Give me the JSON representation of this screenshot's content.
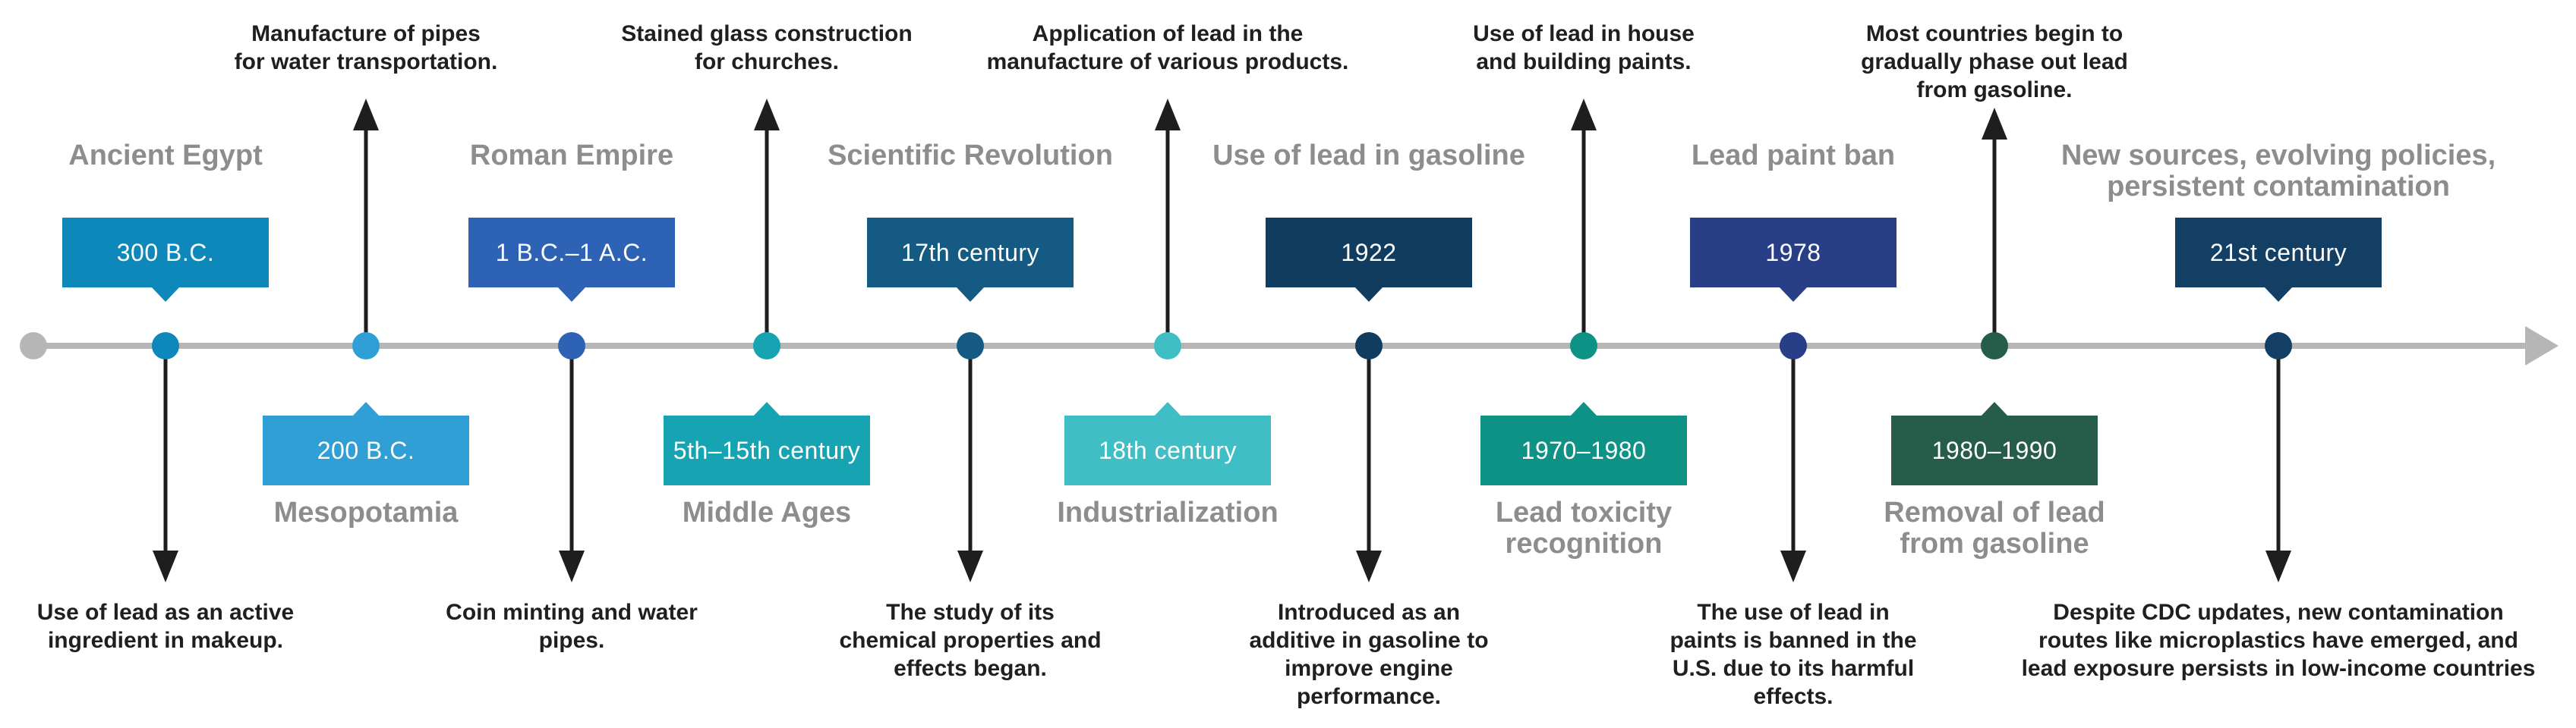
{
  "diagram": {
    "subject": "Timeline of lead use and regulation",
    "line_color": "#b6b6b6",
    "title_color": "#8d8d8d",
    "annotation_color": "#1f1f1f",
    "arrow_color": "#1e1e1e"
  },
  "events": [
    {
      "id": "ancient-egypt",
      "title": "Ancient Egypt",
      "badge": "300 B.C.",
      "color": "#0e88ba",
      "badge_side": "above",
      "annotation": "Use of lead as an active\ningredient in makeup.",
      "annotation_side": "below"
    },
    {
      "id": "mesopotamia",
      "title": "Mesopotamia",
      "badge": "200 B.C.",
      "color": "#2f9fd5",
      "badge_side": "below",
      "annotation": "Manufacture of pipes\nfor water transportation.",
      "annotation_side": "above"
    },
    {
      "id": "roman-empire",
      "title": "Roman Empire",
      "badge": "1 B.C.–1 A.C.",
      "color": "#2d62b5",
      "badge_side": "above",
      "annotation": "Coin minting and water\npipes.",
      "annotation_side": "below"
    },
    {
      "id": "middle-ages",
      "title": "Middle Ages",
      "badge": "5th–15th century",
      "color": "#17a4b2",
      "badge_side": "below",
      "annotation": "Stained glass construction\nfor churches.",
      "annotation_side": "above"
    },
    {
      "id": "scientific-revolution",
      "title": "Scientific Revolution",
      "badge": "17th century",
      "color": "#155a82",
      "badge_side": "above",
      "annotation": "The study of its\nchemical properties and\neffects began.",
      "annotation_side": "below"
    },
    {
      "id": "industrialization",
      "title": "Industrialization",
      "badge": "18th century",
      "color": "#3fbec6",
      "badge_side": "below",
      "annotation": "Application of lead in the\nmanufacture of various products.",
      "annotation_side": "above"
    },
    {
      "id": "lead-in-gasoline",
      "title": "Use of lead in gasoline",
      "badge": "1922",
      "color": "#0f3c5f",
      "badge_side": "above",
      "annotation": "Introduced as an\nadditive in gasoline to\nimprove engine\nperformance.",
      "annotation_side": "below"
    },
    {
      "id": "lead-toxicity-recognition",
      "title": "Lead toxicity\nrecognition",
      "badge": "1970–1980",
      "color": "#0e9286",
      "badge_side": "below",
      "annotation": "Use of lead in house\nand building paints.",
      "annotation_side": "above"
    },
    {
      "id": "lead-paint-ban",
      "title": "Lead paint ban",
      "badge": "1978",
      "color": "#283e86",
      "badge_side": "above",
      "annotation": "The use of lead in\npaints is banned in the\nU.S. due to its harmful\neffects.",
      "annotation_side": "below"
    },
    {
      "id": "removal-from-gasoline",
      "title": "Removal of lead\nfrom gasoline",
      "badge": "1980–1990",
      "color": "#265c4a",
      "badge_side": "below",
      "annotation": "Most countries begin to\ngradually phase out lead\nfrom gasoline.",
      "annotation_side": "above"
    },
    {
      "id": "new-sources",
      "title": "New sources, evolving policies,\npersistent contamination",
      "badge": "21st century",
      "color": "#133f64",
      "badge_side": "above",
      "annotation": "Despite CDC updates, new contamination\nroutes like microplastics have emerged, and\nlead exposure persists in low-income countries",
      "annotation_side": "below"
    }
  ]
}
